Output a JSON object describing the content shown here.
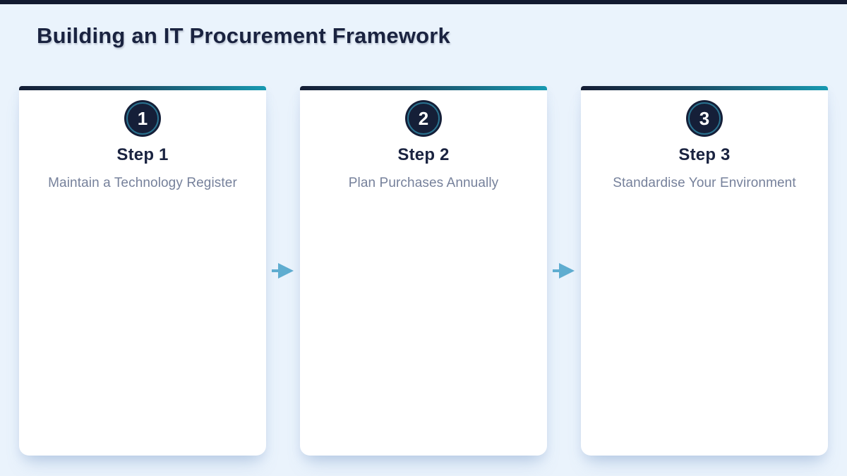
{
  "page": {
    "title": "Building an IT Procurement Framework",
    "background_color": "#eaf3fc",
    "top_bar_color": "#121a30"
  },
  "colors": {
    "card_accent_dark": "#141d35",
    "card_accent_teal": "#1899b1",
    "badge_background": "#151f38",
    "badge_ring": "#2e82a0",
    "step_label_color": "#1a2340",
    "step_description_color": "#76819b",
    "arrow_color": "#5fadd0"
  },
  "steps": [
    {
      "number": "1",
      "label": "Step 1",
      "description": "Maintain a Technology Register"
    },
    {
      "number": "2",
      "label": "Step 2",
      "description": "Plan Purchases Annually"
    },
    {
      "number": "3",
      "label": "Step 3",
      "description": "Standardise Your Environment"
    }
  ]
}
